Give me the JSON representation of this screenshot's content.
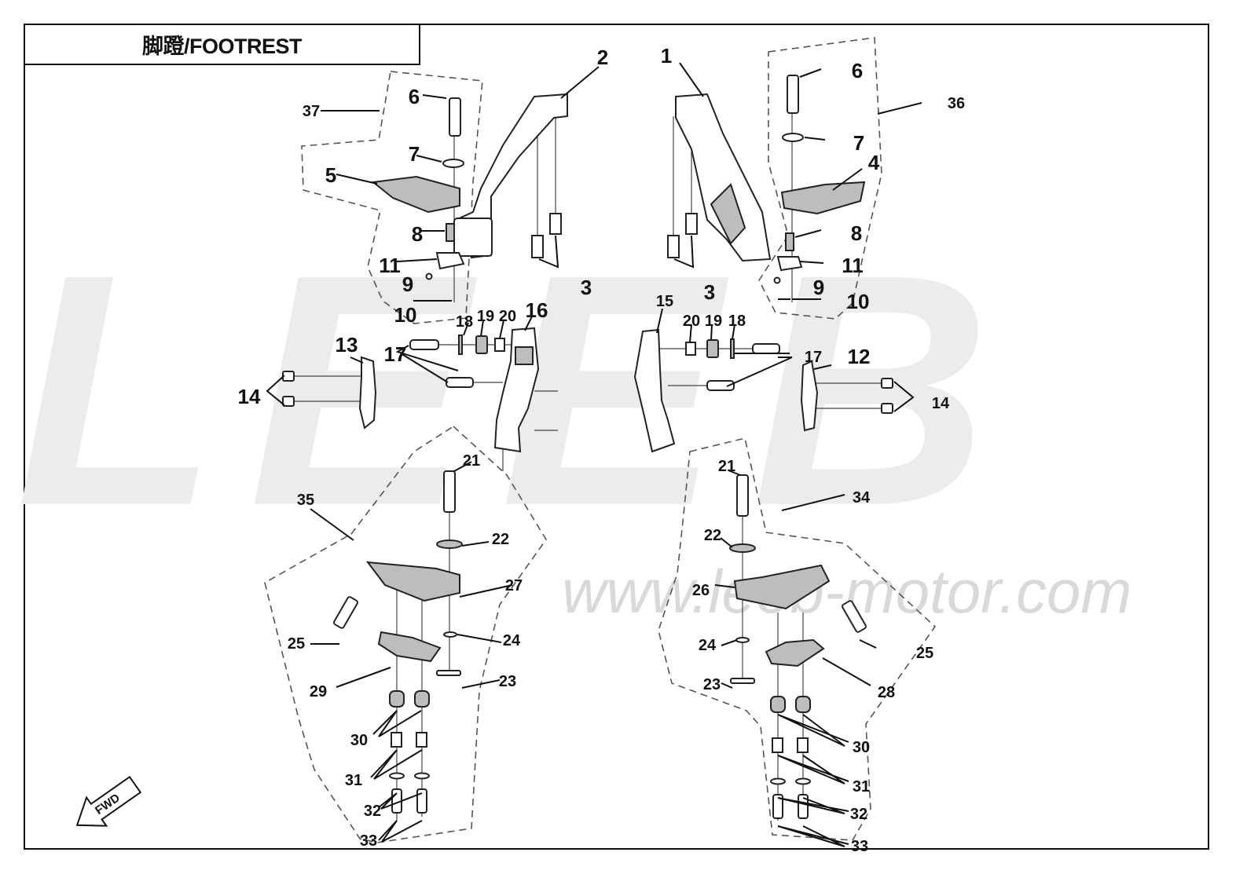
{
  "title": "脚蹬/FOOTREST",
  "watermark": {
    "letters": "LEEB",
    "url": "www.leeb-motor.com"
  },
  "fwd_label": "FWD",
  "callouts": [
    {
      "id": "c1",
      "text": "1"
    },
    {
      "id": "c2",
      "text": "2"
    },
    {
      "id": "c3a",
      "text": "3"
    },
    {
      "id": "c3b",
      "text": "3"
    },
    {
      "id": "c4",
      "text": "4"
    },
    {
      "id": "c5",
      "text": "5"
    },
    {
      "id": "c6a",
      "text": "6"
    },
    {
      "id": "c6b",
      "text": "6"
    },
    {
      "id": "c7a",
      "text": "7"
    },
    {
      "id": "c7b",
      "text": "7"
    },
    {
      "id": "c8a",
      "text": "8"
    },
    {
      "id": "c8b",
      "text": "8"
    },
    {
      "id": "c9a",
      "text": "9"
    },
    {
      "id": "c9b",
      "text": "9"
    },
    {
      "id": "c10a",
      "text": "10"
    },
    {
      "id": "c10b",
      "text": "10"
    },
    {
      "id": "c11a",
      "text": "11"
    },
    {
      "id": "c11b",
      "text": "11"
    },
    {
      "id": "c12",
      "text": "12"
    },
    {
      "id": "c13",
      "text": "13"
    },
    {
      "id": "c14a",
      "text": "14"
    },
    {
      "id": "c14b",
      "text": "14"
    },
    {
      "id": "c15",
      "text": "15"
    },
    {
      "id": "c16",
      "text": "16"
    },
    {
      "id": "c17a",
      "text": "17"
    },
    {
      "id": "c17b",
      "text": "17"
    },
    {
      "id": "c18a",
      "text": "18"
    },
    {
      "id": "c18b",
      "text": "18"
    },
    {
      "id": "c19a",
      "text": "19"
    },
    {
      "id": "c19b",
      "text": "19"
    },
    {
      "id": "c20a",
      "text": "20"
    },
    {
      "id": "c20b",
      "text": "20"
    },
    {
      "id": "c21a",
      "text": "21"
    },
    {
      "id": "c21b",
      "text": "21"
    },
    {
      "id": "c22a",
      "text": "22"
    },
    {
      "id": "c22b",
      "text": "22"
    },
    {
      "id": "c23a",
      "text": "23"
    },
    {
      "id": "c23b",
      "text": "23"
    },
    {
      "id": "c24a",
      "text": "24"
    },
    {
      "id": "c24b",
      "text": "24"
    },
    {
      "id": "c25a",
      "text": "25"
    },
    {
      "id": "c25b",
      "text": "25"
    },
    {
      "id": "c26",
      "text": "26"
    },
    {
      "id": "c27",
      "text": "27"
    },
    {
      "id": "c28",
      "text": "28"
    },
    {
      "id": "c29",
      "text": "29"
    },
    {
      "id": "c30a",
      "text": "30"
    },
    {
      "id": "c30b",
      "text": "30"
    },
    {
      "id": "c31a",
      "text": "31"
    },
    {
      "id": "c31b",
      "text": "31"
    },
    {
      "id": "c32a",
      "text": "32"
    },
    {
      "id": "c32b",
      "text": "32"
    },
    {
      "id": "c33a",
      "text": "33"
    },
    {
      "id": "c33b",
      "text": "33"
    },
    {
      "id": "c34",
      "text": "34"
    },
    {
      "id": "c35",
      "text": "35"
    },
    {
      "id": "c36",
      "text": "36"
    },
    {
      "id": "c37",
      "text": "37"
    }
  ]
}
